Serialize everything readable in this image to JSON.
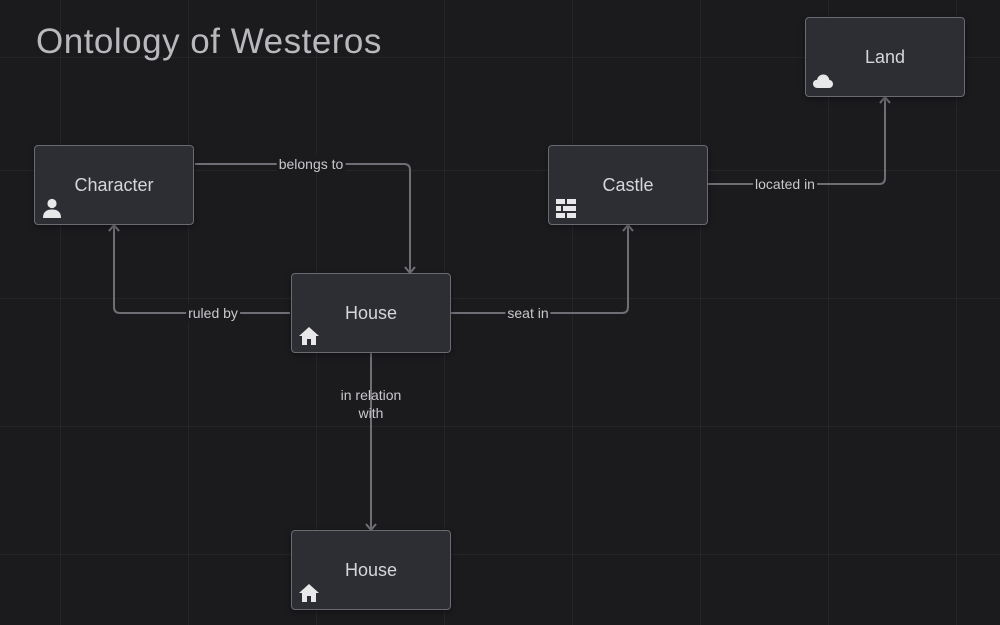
{
  "diagram": {
    "title": "Ontology of Westeros",
    "nodes": [
      {
        "id": "character",
        "label": "Character",
        "icon": "person-icon"
      },
      {
        "id": "house_main",
        "label": "House",
        "icon": "home-icon"
      },
      {
        "id": "castle",
        "label": "Castle",
        "icon": "bricks-icon"
      },
      {
        "id": "land",
        "label": "Land",
        "icon": "cloud-icon"
      },
      {
        "id": "house_related",
        "label": "House",
        "icon": "home-icon"
      }
    ],
    "edges": [
      {
        "from": "character",
        "to": "house_main",
        "label": "belongs to"
      },
      {
        "from": "house_main",
        "to": "character",
        "label": "ruled by"
      },
      {
        "from": "house_main",
        "to": "castle",
        "label": "seat in"
      },
      {
        "from": "castle",
        "to": "land",
        "label": "located in"
      },
      {
        "from": "house_main",
        "to": "house_related",
        "label": "in relation with"
      }
    ]
  },
  "colors": {
    "background": "#1b1b1e",
    "node_fill": "#2d2e33",
    "node_border": "#6a6b70",
    "edge": "#6e6f74",
    "text": "#d6d6da"
  }
}
